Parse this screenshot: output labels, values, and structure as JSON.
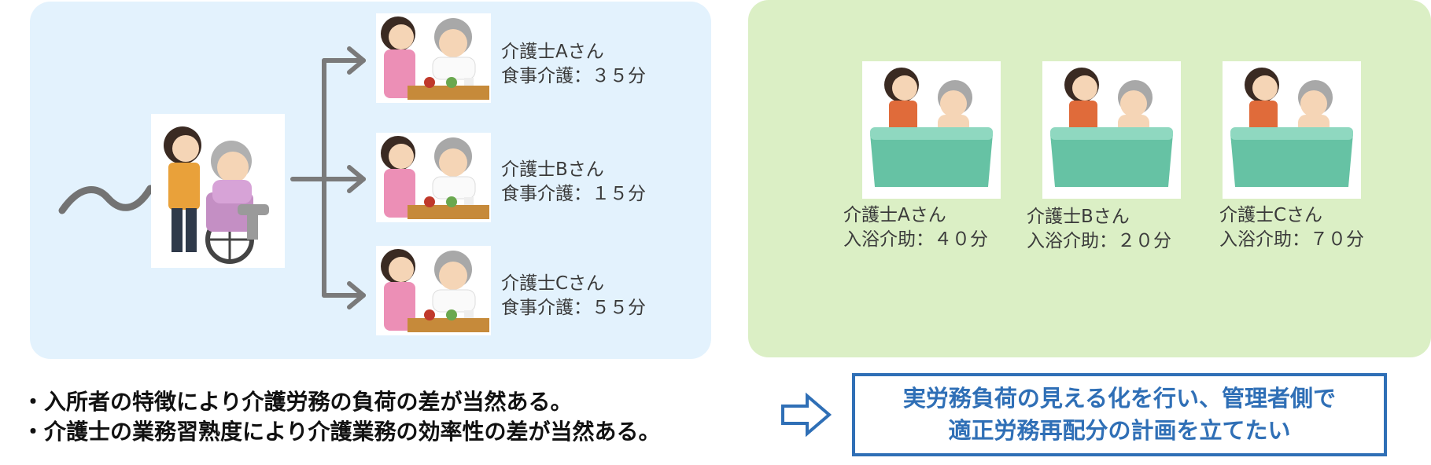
{
  "meal_section": {
    "bg_color": "#e3f2fd",
    "icons": {
      "wave": "tilde-wave-icon",
      "arrows": "branch-arrow-icon",
      "helper_illustration": "caregiver-wheelchair-illustration",
      "feeding_illustration": "feeding-care-illustration"
    },
    "caregivers": [
      {
        "name": "介護士Aさん",
        "task": "食事介護：３５分"
      },
      {
        "name": "介護士Bさん",
        "task": "食事介護：１５分"
      },
      {
        "name": "介護士Cさん",
        "task": "食事介護：５５分"
      }
    ]
  },
  "bath_section": {
    "bg_color": "#dbefc5",
    "icons": {
      "bath_illustration": "bathing-assistance-illustration"
    },
    "caregivers": [
      {
        "name": "介護士Aさん",
        "task": "入浴介助：４０分"
      },
      {
        "name": "介護士Bさん",
        "task": "入浴介助：２０分"
      },
      {
        "name": "介護士Cさん",
        "task": "入浴介助：７０分"
      }
    ]
  },
  "bullets": [
    "・入所者の特徴により介護労務の負荷の差が当然ある。",
    "・介護士の業務習熟度により介護業務の効率性の差が当然ある。"
  ],
  "cta": {
    "arrow_icon": "right-outline-arrow-icon",
    "line1": "実労務負荷の見える化を行い、管理者側で",
    "line2": "適正労務再配分の計画を立てたい",
    "color": "#2f6fb6"
  }
}
